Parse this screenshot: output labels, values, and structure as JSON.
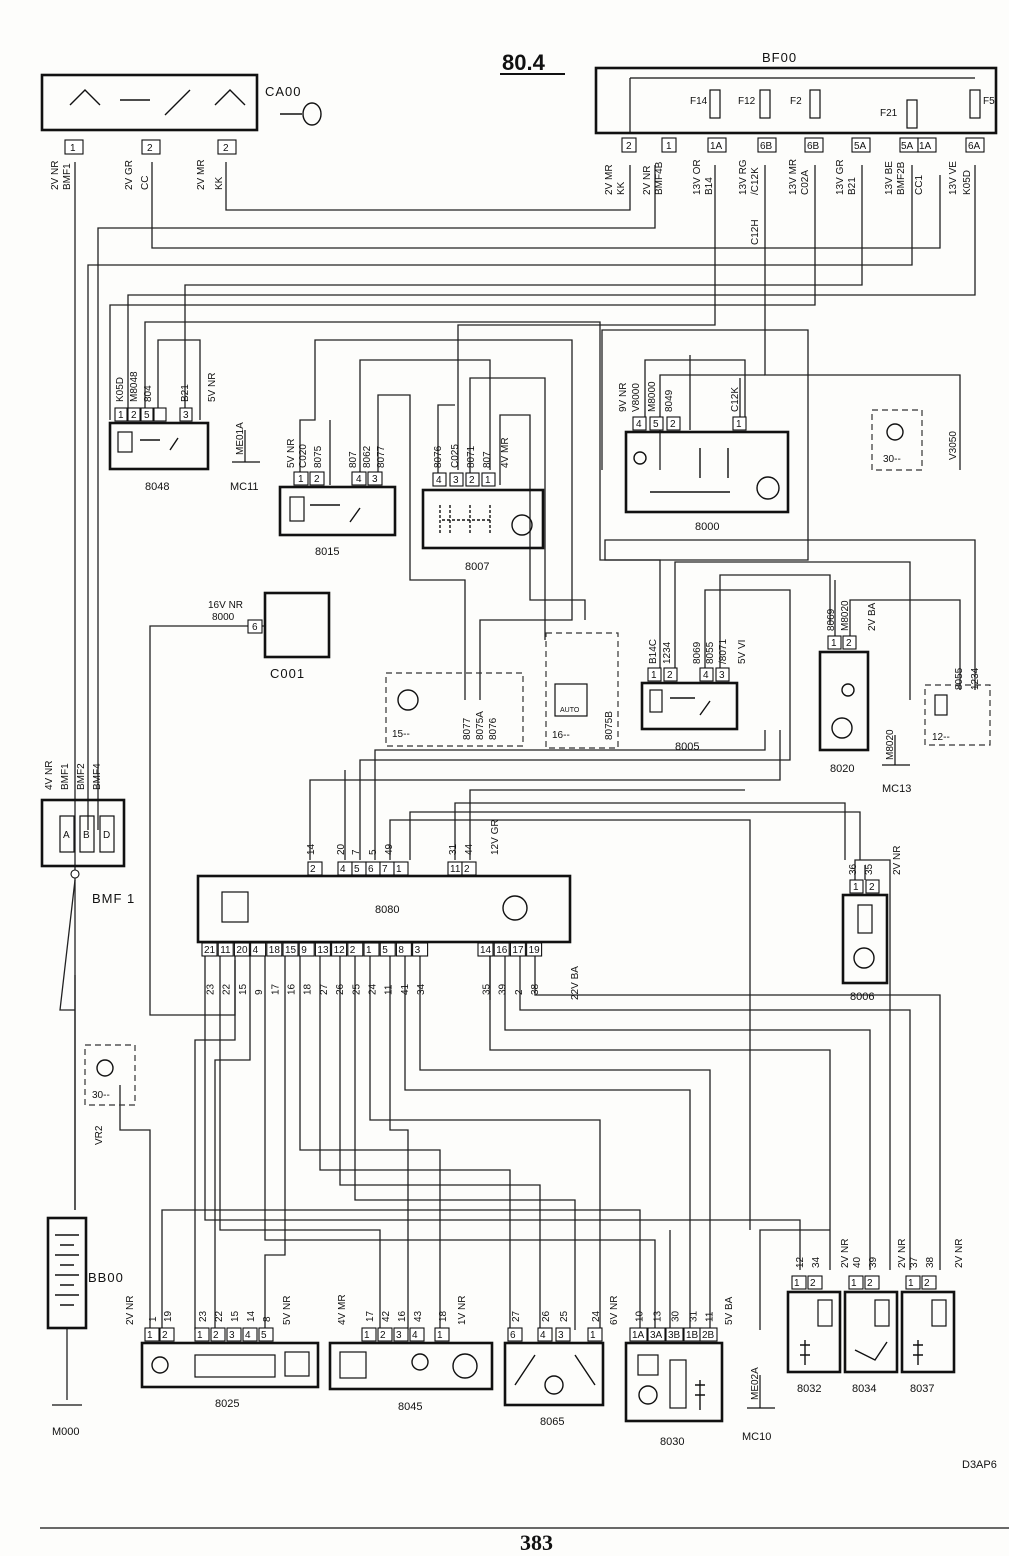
{
  "header": {
    "sheet": "80.4",
    "page_number": "383",
    "reference": "D3AP6"
  },
  "components": {
    "ca00": "CA00",
    "bf00": "BF00",
    "k8048": "8048",
    "k8015": "8015",
    "k8007": "8007",
    "k8000": "8000",
    "c001": "C001",
    "k8005": "8005",
    "k8020": "8020",
    "k8080": "8080",
    "k8006": "8006",
    "bmf1": "BMF1",
    "bmf1_label": "BMF 1",
    "bb00": "BB00",
    "k8025": "8025",
    "k8045": "8045",
    "k8065": "8065",
    "k8030": "8030",
    "k8032": "8032",
    "k8034": "8034",
    "k8037": "8037"
  },
  "grounds": {
    "mc11": "MC11",
    "me01a": "ME01A",
    "mc13": "MC13",
    "m8020": "M8020",
    "m000": "M000",
    "mc10": "MC10",
    "me02a": "ME02A"
  },
  "fuses": {
    "f14": "F14",
    "f12": "F12",
    "f2": "F2",
    "f21": "F21",
    "f5": "F5"
  },
  "connectors": {
    "ca00_1": "2V NR",
    "ca00_2": "2V GR",
    "ca00_3": "2V MR",
    "bf00_1": "2V MR",
    "bf00_2": "2V NR",
    "bf00_3": "13V OR",
    "bf00_4": "13V RG",
    "bf00_5": "13V MR",
    "bf00_6": "13V GR",
    "bf00_7": "13V BE",
    "bf00_8": "13V VE",
    "k8048": "5V NR",
    "k8015": "5V NR",
    "k8007": "4V MR",
    "k8000": "9V NR",
    "c001": "16V NR",
    "k8005": "5V VI",
    "k8020": "2V BA",
    "bmf1": "4V NR",
    "k8080_top": "12V GR",
    "k8080_bot": "22V BA",
    "k8006": "2V NR",
    "k8025_a": "2V NR",
    "k8025_b": "5V NR",
    "k8045_a": "4V MR",
    "k8045_b": "1V NR",
    "k8065": "6V NR",
    "k8030": "5V BA",
    "k8032": "2V NR",
    "k8034": "2V NR",
    "k8037": "2V NR"
  },
  "wires": {
    "bmf1": "BMF1",
    "cc": "CC",
    "kk": "KK",
    "bmf4b": "BMF4B",
    "b14": "B14",
    "c12k": "/C12K",
    "c02a": "C02A",
    "b21": "B21",
    "bmf2b": "BMF2B",
    "cc1": "CC1",
    "k05d": "K05D",
    "c12h": "C12H",
    "w_k05d": "K05D",
    "w_m8048": "M8048",
    "w_804": "804",
    "w_b21": "B21",
    "w_c020": "C020",
    "w_8075": "8075",
    "w_807": "807",
    "w_8062": "8062",
    "w_8077": "8077",
    "w_8076": "8076",
    "w_c025": "C025",
    "w_8071": "8071",
    "w_807b": "807",
    "w_v8000": "V8000",
    "w_m8000": "M8000",
    "w_8049": "8049",
    "w_c12k": "C12K",
    "w_8000": "8000",
    "w_b14c": "B14C",
    "w_1234": "1234",
    "w_8069": "8069",
    "w_8055": "8055",
    "w_8071b": "/8071",
    "w_8069b": "8069",
    "w_m8020": "M8020",
    "w_8055b": "8055",
    "w_1234b": "1234",
    "w_8075a": "8075A",
    "w_8076b": "8076",
    "w_8075b": "8075B",
    "w_bmf1": "BMF1",
    "w_bmf2": "BMF2",
    "w_bmf4": "BMF4",
    "w_v3050": "V3050",
    "w_vr2": "VR2"
  },
  "pins": {
    "ca00": [
      "1",
      "2",
      "2"
    ],
    "bf00": [
      "2",
      "1",
      "1A",
      "6B",
      "6B",
      "5A",
      "5A",
      "1A",
      "6A"
    ],
    "k8048": [
      "1",
      "2",
      "5",
      "3"
    ],
    "k8015": [
      "1",
      "2",
      "4",
      "3"
    ],
    "k8007": [
      "4",
      "3",
      "2",
      "1"
    ],
    "k8000": [
      "4",
      "5",
      "2",
      "1"
    ],
    "c001": [
      "6"
    ],
    "k8005": [
      "1",
      "2",
      "4",
      "3"
    ],
    "k8020": [
      "1",
      "2"
    ],
    "bmf1": [
      "A",
      "B",
      "D"
    ],
    "k8080_top": [
      "2",
      "4",
      "5",
      "6",
      "7",
      "1",
      "11",
      "2"
    ],
    "k8080_top_wires": [
      "14",
      "20",
      "7",
      "5",
      "49",
      "31",
      "44"
    ],
    "k8080_bot": [
      "21",
      "11",
      "20",
      "4",
      "18",
      "15",
      "9",
      "13",
      "12",
      "2",
      "1",
      "5",
      "8",
      "3",
      "14",
      "16",
      "17",
      "19"
    ],
    "k8080_bot_wires": [
      "23",
      "22",
      "15",
      "9",
      "17",
      "16",
      "18",
      "27",
      "26",
      "25",
      "24",
      "11",
      "41",
      "34",
      "35",
      "39",
      "2",
      "38"
    ],
    "k8006": [
      "1",
      "2"
    ],
    "k8006_wires": [
      "36",
      "35"
    ],
    "k8025": [
      "1",
      "2",
      "1",
      "2",
      "3",
      "4",
      "5"
    ],
    "k8025_wires": [
      "1",
      "19",
      "23",
      "22",
      "15",
      "14",
      "8"
    ],
    "k8045": [
      "1",
      "2",
      "3",
      "4",
      "1"
    ],
    "k8045_wires": [
      "17",
      "42",
      "16",
      "43",
      "18"
    ],
    "k8065": [
      "6",
      "4",
      "3",
      "1"
    ],
    "k8065_wires": [
      "27",
      "26",
      "25",
      "24"
    ],
    "k8030": [
      "1A",
      "3A",
      "3B",
      "1B",
      "2B"
    ],
    "k8030_wires": [
      "10",
      "13",
      "30",
      "31",
      "11"
    ],
    "k8032": [
      "1",
      "2"
    ],
    "k8032_wires": [
      "12",
      "34"
    ],
    "k8034": [
      "1",
      "2"
    ],
    "k8034_wires": [
      "40",
      "39"
    ],
    "k8037": [
      "1",
      "2"
    ],
    "k8037_wires": [
      "37",
      "38"
    ]
  },
  "symbols": {
    "s15": "15--",
    "s16": "16--",
    "s30a": "30--",
    "s30b": "30--",
    "s12": "12--",
    "auto": "AUTO"
  }
}
